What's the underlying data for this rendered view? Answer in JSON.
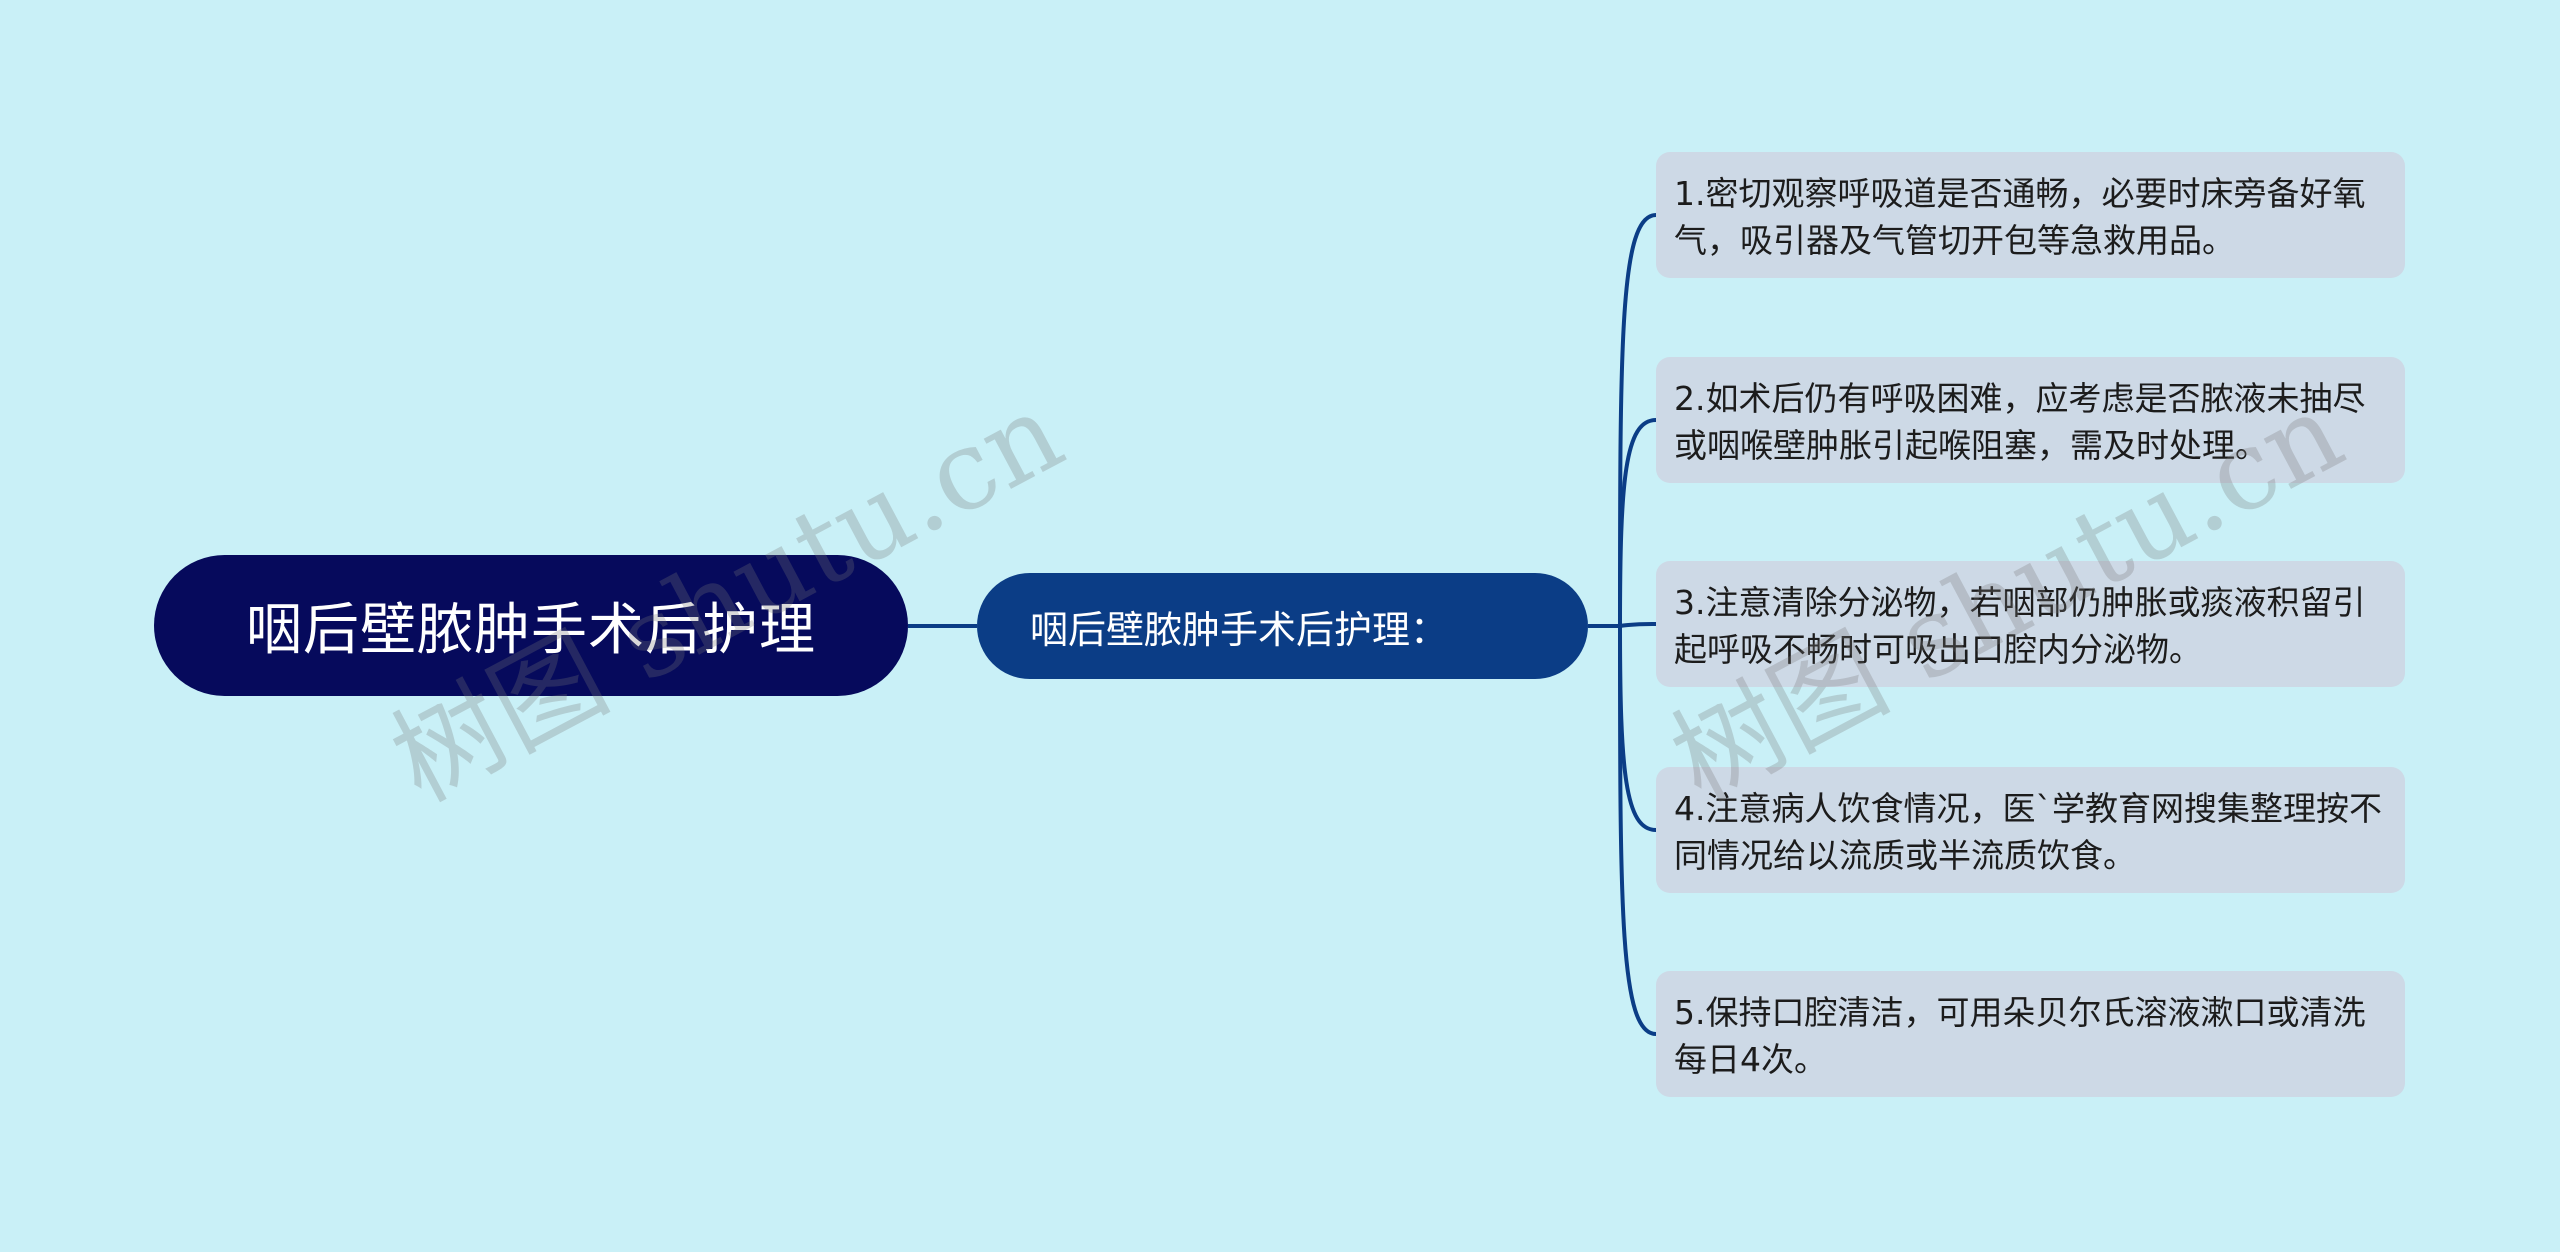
{
  "mindmap": {
    "root": {
      "label": "咽后壁脓肿手术后护理"
    },
    "branch": {
      "label": "咽后壁脓肿手术后护理："
    },
    "leaves": [
      {
        "text": "1.密切观察呼吸道是否通畅，必要时床旁备好氧气，吸引器及气管切开包等急救用品。"
      },
      {
        "text": "2.如术后仍有呼吸困难，应考虑是否脓液未抽尽或咽喉壁肿胀引起喉阻塞，需及时处理。"
      },
      {
        "text": "3.注意清除分泌物，若咽部仍肿胀或痰液积留引起呼吸不畅时可吸出口腔内分泌物。"
      },
      {
        "text": "4.注意病人饮食情况，医`学教育网搜集整理按不同情况给以流质或半流质饮食。"
      },
      {
        "text": "5.保持口腔清洁，可用朵贝尔氏溶液漱口或清洗每日4次。"
      }
    ]
  },
  "watermarks": [
    {
      "text": "树图 shutu.cn"
    },
    {
      "text": "树图 shutu.cn"
    }
  ],
  "colors": {
    "background": "#c9f0f7",
    "root_fill": "#060a5c",
    "branch_fill": "#0b3d86",
    "leaf_fill": "#cdd9e6",
    "connector": "#0b3d86"
  }
}
